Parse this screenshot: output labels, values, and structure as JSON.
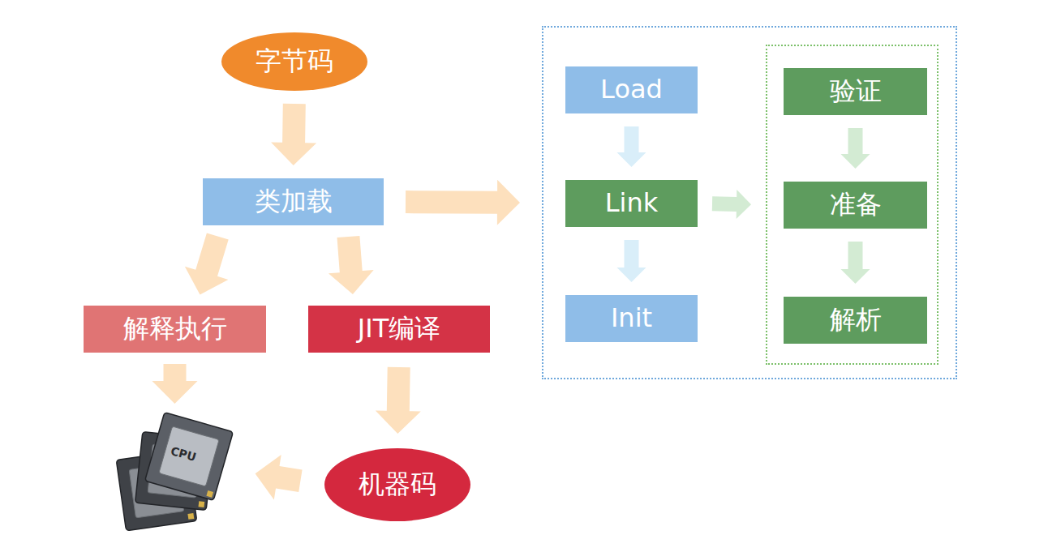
{
  "diagram": {
    "nodes": [
      {
        "text": [
          "字节码"
        ]
      },
      {
        "text": [
          "类加载"
        ]
      },
      {
        "text": []
      },
      {
        "text": [
          "Load"
        ],
        "in": 2
      },
      {
        "text": [
          "Link"
        ],
        "in": 2
      },
      {
        "text": [
          "Init"
        ],
        "in": 2
      },
      {
        "text": [],
        "in": 2
      },
      {
        "text": [
          "验证"
        ],
        "in": 6
      },
      {
        "text": [
          "准备"
        ],
        "in": 6
      },
      {
        "text": [
          "解析"
        ],
        "in": 6
      },
      {
        "text": [
          "解释执行"
        ]
      },
      {
        "text": [
          "JIT编译"
        ]
      },
      {
        "text": [
          "机器码"
        ]
      },
      {
        "text": [
          "CPU"
        ]
      }
    ],
    "edges": [
      {
        "from": 0,
        "to": 1,
        "arrow": "to"
      },
      {
        "from": 1,
        "to": 2,
        "arrow": "to"
      },
      {
        "from": 1,
        "to": 10,
        "arrow": "to"
      },
      {
        "from": 1,
        "to": 11,
        "arrow": "to"
      },
      {
        "from": 3,
        "to": 4,
        "arrow": "to"
      },
      {
        "from": 4,
        "to": 5,
        "arrow": "to"
      },
      {
        "from": 4,
        "to": 6,
        "arrow": "to"
      },
      {
        "from": 7,
        "to": 8,
        "arrow": "to"
      },
      {
        "from": 8,
        "to": 9,
        "arrow": "to"
      },
      {
        "from": 10,
        "to": 13,
        "arrow": "to"
      },
      {
        "from": 11,
        "to": 12,
        "arrow": "to"
      },
      {
        "from": 12,
        "to": 13,
        "arrow": "to"
      }
    ]
  }
}
